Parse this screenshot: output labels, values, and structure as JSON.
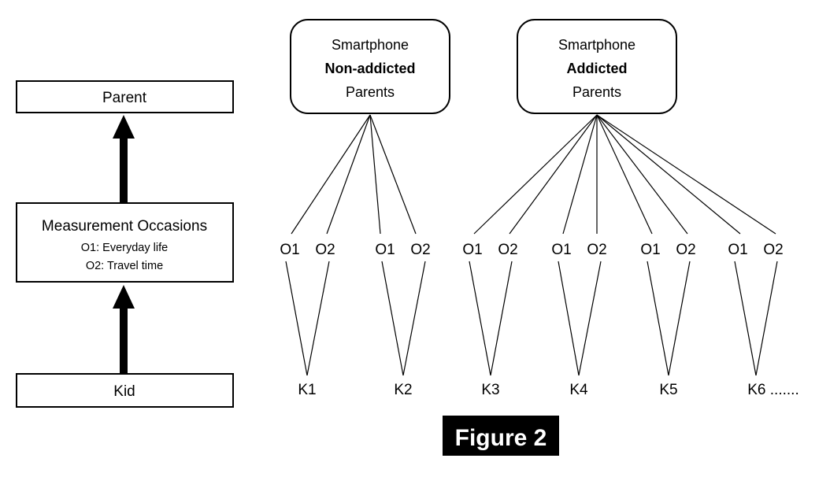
{
  "figure": {
    "caption": "Figure 2",
    "caption_bg": "#000000",
    "caption_fg": "#ffffff"
  },
  "left_panel": {
    "levels": [
      {
        "name": "parent-level",
        "title": "Parent",
        "sublines": []
      },
      {
        "name": "measurement-occasions-level",
        "title": "Measurement Occasions",
        "sublines": [
          "O1: Everyday life",
          "O2: Travel time"
        ]
      },
      {
        "name": "kid-level",
        "title": "Kid",
        "sublines": []
      }
    ],
    "arrows": [
      {
        "name": "arrow-kid-to-occasions",
        "direction": "up"
      },
      {
        "name": "arrow-occasions-to-parent",
        "direction": "up"
      }
    ]
  },
  "right_panel": {
    "groups": [
      {
        "name": "group-non-addicted",
        "line1": "Smartphone",
        "line2": "Non-addicted",
        "line3": "Parents",
        "line2_bold": true,
        "occasions": [
          "O1",
          "O2",
          "O1",
          "O2"
        ],
        "kids": [
          "K1",
          "K2"
        ]
      },
      {
        "name": "group-addicted",
        "line1": "Smartphone",
        "line2": "Addicted",
        "line3": "Parents",
        "line2_bold": true,
        "occasions": [
          "O1",
          "O2",
          "O1",
          "O2",
          "O1",
          "O2",
          "O1",
          "O2"
        ],
        "kids": [
          "K3",
          "K4",
          "K5",
          "K6 ......."
        ]
      }
    ]
  },
  "chart_data": {
    "type": "diagram",
    "title": "Figure 2",
    "description": "Multilevel nesting structure: kids nested within measurement occasions nested within parents, split by smartphone non-addicted and addicted parent groups.",
    "levels": [
      "Parent",
      "Measurement Occasions",
      "Kid"
    ],
    "occasion_legend": [
      "O1: Everyday life",
      "O2: Travel time"
    ],
    "groups": [
      {
        "label": "Smartphone Non-addicted Parents",
        "kids": [
          "K1",
          "K2"
        ],
        "occasions_per_kid": 2,
        "total_occasions": 4
      },
      {
        "label": "Smartphone Addicted Parents",
        "kids": [
          "K3",
          "K4",
          "K5",
          "K6 ......."
        ],
        "occasions_per_kid": 2,
        "total_occasions": 8
      }
    ]
  }
}
